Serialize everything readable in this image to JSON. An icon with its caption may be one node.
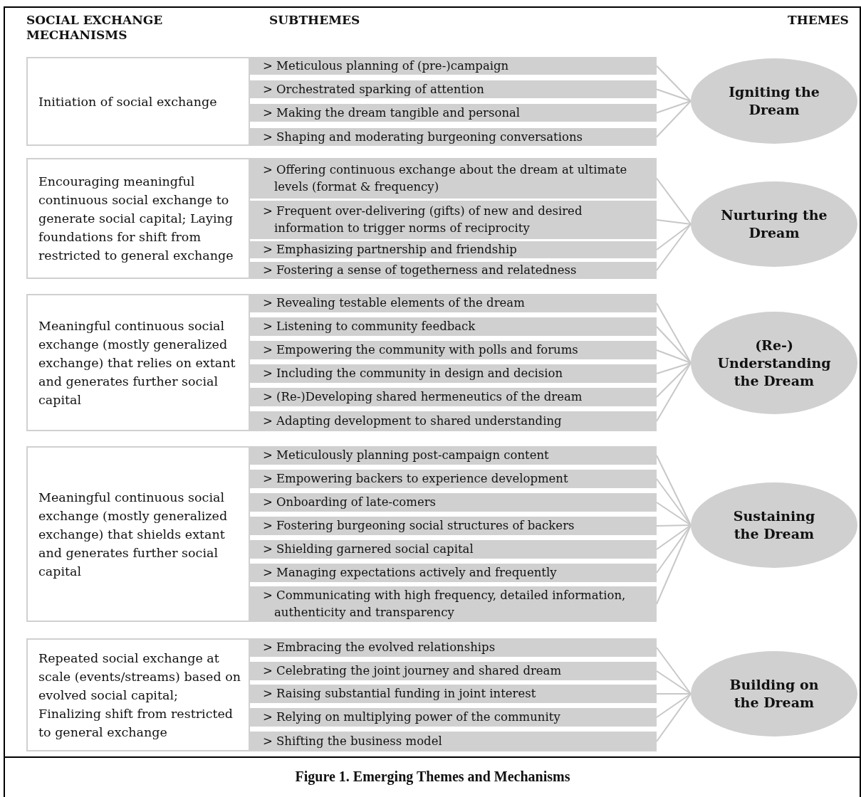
{
  "diagram": {
    "caption": "Figure 1.  Emerging Themes and Mechanisms",
    "labels": [
      "SOCIAL EXCHANGE MECHANISMS",
      "SUBTHEMES",
      "THEMES"
    ],
    "nodes": [
      {
        "text": [
          "Initiation of social exchange"
        ]
      },
      {
        "text": [
          "> Meticulous planning of (pre-)campaign"
        ]
      },
      {
        "text": [
          "> Orchestrated sparking of attention"
        ]
      },
      {
        "text": [
          "> Making the dream tangible and personal"
        ]
      },
      {
        "text": [
          "> Shaping and moderating burgeoning conversations"
        ]
      },
      {
        "text": [
          "Igniting the Dream"
        ]
      },
      {
        "text": [
          "Encouraging meaningful continuous social exchange to generate social capital; Laying foundations for shift from restricted to general exchange"
        ]
      },
      {
        "text": [
          "> Offering continuous exchange about the dream at ultimate levels (format & frequency)"
        ]
      },
      {
        "text": [
          "> Frequent over-delivering (gifts) of new and desired information to trigger norms of reciprocity"
        ]
      },
      {
        "text": [
          "> Emphasizing partnership and friendship"
        ]
      },
      {
        "text": [
          "> Fostering a sense of togetherness and relatedness"
        ]
      },
      {
        "text": [
          "Nurturing the Dream"
        ]
      },
      {
        "text": [
          "Meaningful continuous social exchange (mostly generalized exchange) that relies on extant and generates further social capital"
        ]
      },
      {
        "text": [
          "> Revealing testable elements of the dream"
        ]
      },
      {
        "text": [
          "> Listening to community feedback"
        ]
      },
      {
        "text": [
          "> Empowering the community with polls and forums"
        ]
      },
      {
        "text": [
          "> Including the community in design and decision"
        ]
      },
      {
        "text": [
          "> (Re-)Developing shared hermeneutics of the dream"
        ]
      },
      {
        "text": [
          "> Adapting development to shared understanding"
        ]
      },
      {
        "text": [
          "(Re-) Understanding the Dream"
        ]
      },
      {
        "text": [
          "Meaningful continuous social exchange (mostly generalized exchange) that shields extant and generates further social capital"
        ]
      },
      {
        "text": [
          "> Meticulously planning post-campaign content"
        ]
      },
      {
        "text": [
          "> Empowering backers to experience development"
        ]
      },
      {
        "text": [
          "> Onboarding of late-comers"
        ]
      },
      {
        "text": [
          "> Fostering burgeoning social structures of backers"
        ]
      },
      {
        "text": [
          "> Shielding garnered social capital"
        ]
      },
      {
        "text": [
          "> Managing expectations actively and frequently"
        ]
      },
      {
        "text": [
          "> Communicating with high frequency, detailed information, authenticity and transparency"
        ]
      },
      {
        "text": [
          "Sustaining the Dream"
        ]
      },
      {
        "text": [
          "Repeated social exchange at scale (events/streams) based on evolved social capital; Finalizing shift from restricted to general exchange"
        ]
      },
      {
        "text": [
          "> Embracing the evolved relationships"
        ]
      },
      {
        "text": [
          "> Celebrating the joint journey and shared dream"
        ]
      },
      {
        "text": [
          "> Raising substantial funding in joint interest"
        ]
      },
      {
        "text": [
          "> Relying on multiplying power of the community"
        ]
      },
      {
        "text": [
          "> Shifting the business model"
        ]
      },
      {
        "text": [
          "Building on the Dream"
        ]
      }
    ],
    "edges": [
      {
        "from": 1,
        "to": 5,
        "arrow": "none"
      },
      {
        "from": 2,
        "to": 5,
        "arrow": "none"
      },
      {
        "from": 3,
        "to": 5,
        "arrow": "none"
      },
      {
        "from": 4,
        "to": 5,
        "arrow": "none"
      },
      {
        "from": 7,
        "to": 11,
        "arrow": "none"
      },
      {
        "from": 8,
        "to": 11,
        "arrow": "none"
      },
      {
        "from": 9,
        "to": 11,
        "arrow": "none"
      },
      {
        "from": 10,
        "to": 11,
        "arrow": "none"
      },
      {
        "from": 13,
        "to": 19,
        "arrow": "none"
      },
      {
        "from": 14,
        "to": 19,
        "arrow": "none"
      },
      {
        "from": 15,
        "to": 19,
        "arrow": "none"
      },
      {
        "from": 16,
        "to": 19,
        "arrow": "none"
      },
      {
        "from": 17,
        "to": 19,
        "arrow": "none"
      },
      {
        "from": 18,
        "to": 19,
        "arrow": "none"
      },
      {
        "from": 21,
        "to": 28,
        "arrow": "none"
      },
      {
        "from": 22,
        "to": 28,
        "arrow": "none"
      },
      {
        "from": 23,
        "to": 28,
        "arrow": "none"
      },
      {
        "from": 24,
        "to": 28,
        "arrow": "none"
      },
      {
        "from": 25,
        "to": 28,
        "arrow": "none"
      },
      {
        "from": 26,
        "to": 28,
        "arrow": "none"
      },
      {
        "from": 27,
        "to": 28,
        "arrow": "none"
      },
      {
        "from": 30,
        "to": 35,
        "arrow": "none"
      },
      {
        "from": 31,
        "to": 35,
        "arrow": "none"
      },
      {
        "from": 32,
        "to": 35,
        "arrow": "none"
      },
      {
        "from": 33,
        "to": 35,
        "arrow": "none"
      },
      {
        "from": 34,
        "to": 35,
        "arrow": "none"
      }
    ]
  }
}
